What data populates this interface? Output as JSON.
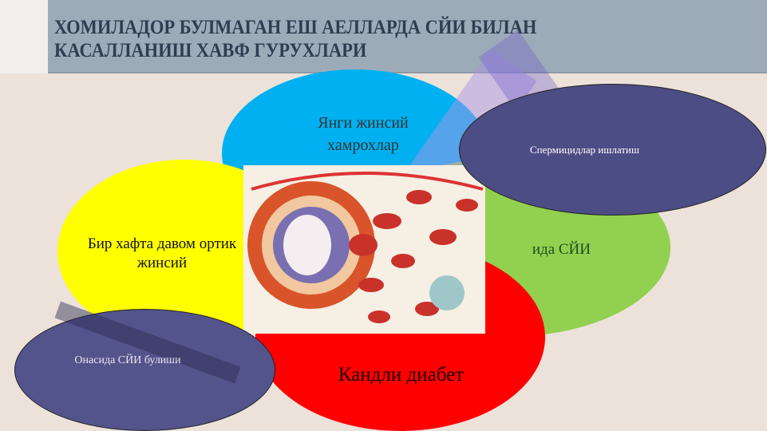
{
  "slide": {
    "title": "ХОМИЛАДОР БУЛМАГАН ЕШ АЕЛЛАРДА СЙИ БИЛАН КАСАЛЛАНИШ ХАВФ ГУРУХЛАРИ",
    "items": {
      "blue": "Янги жинсий хамрохлар",
      "green": "ида СЙИ",
      "yellow": "Бир хафта давом ортик жинсий",
      "red": "Кандли диабет",
      "navy_top": "Спермицидлар ишлатиш",
      "navy_bottom": "Онасида СЙИ булиши"
    },
    "colors": {
      "blue": "#00b0f0",
      "green": "#92d050",
      "yellow": "#ffff00",
      "red": "#ff0000",
      "navy": "#4d4d85"
    }
  }
}
